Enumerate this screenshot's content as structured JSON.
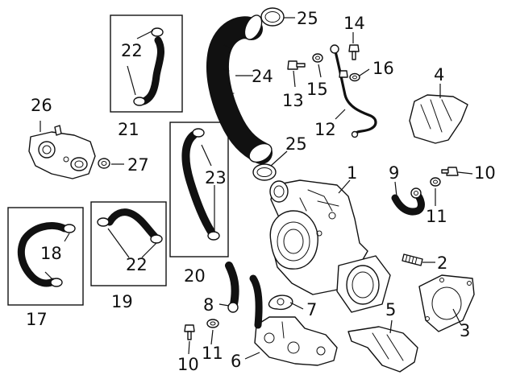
{
  "diagram": {
    "callouts": [
      {
        "key": "c1",
        "label": "1"
      },
      {
        "key": "c2",
        "label": "2"
      },
      {
        "key": "c3",
        "label": "3"
      },
      {
        "key": "c4",
        "label": "4"
      },
      {
        "key": "c5",
        "label": "5"
      },
      {
        "key": "c6",
        "label": "6"
      },
      {
        "key": "c7",
        "label": "7"
      },
      {
        "key": "c8",
        "label": "8"
      },
      {
        "key": "c9",
        "label": "9"
      },
      {
        "key": "c10a",
        "label": "10"
      },
      {
        "key": "c10b",
        "label": "10"
      },
      {
        "key": "c11a",
        "label": "11"
      },
      {
        "key": "c11b",
        "label": "11"
      },
      {
        "key": "c12",
        "label": "12"
      },
      {
        "key": "c13",
        "label": "13"
      },
      {
        "key": "c14",
        "label": "14"
      },
      {
        "key": "c15",
        "label": "15"
      },
      {
        "key": "c16",
        "label": "16"
      },
      {
        "key": "c17",
        "label": "17"
      },
      {
        "key": "c18",
        "label": "18"
      },
      {
        "key": "c19",
        "label": "19"
      },
      {
        "key": "c20",
        "label": "20"
      },
      {
        "key": "c21",
        "label": "21"
      },
      {
        "key": "c22a",
        "label": "22"
      },
      {
        "key": "c22b",
        "label": "22"
      },
      {
        "key": "c23",
        "label": "23"
      },
      {
        "key": "c24",
        "label": "24"
      },
      {
        "key": "c25a",
        "label": "25"
      },
      {
        "key": "c25b",
        "label": "25"
      },
      {
        "key": "c26",
        "label": "26"
      },
      {
        "key": "c27",
        "label": "27"
      }
    ]
  }
}
